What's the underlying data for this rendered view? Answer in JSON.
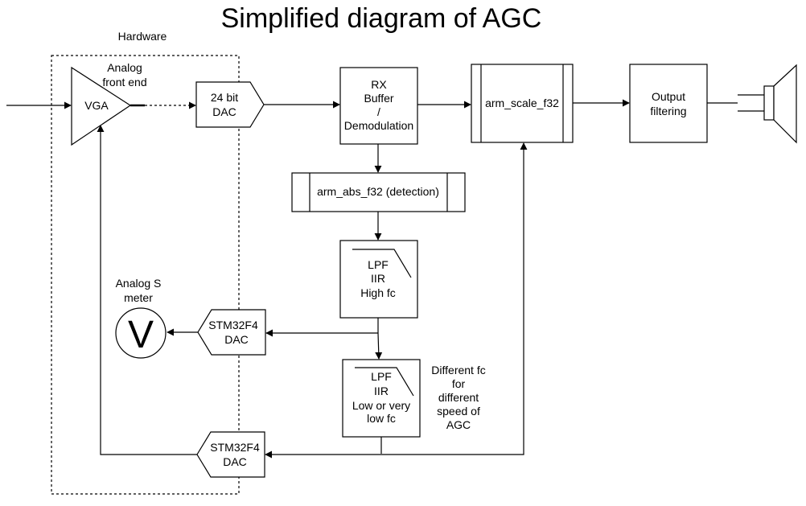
{
  "title": "Simplified diagram of AGC",
  "hardware_label": "Hardware",
  "blocks": {
    "vga": {
      "label": "VGA",
      "note": [
        "Analog",
        "front end"
      ]
    },
    "dac24": {
      "lines": [
        "24 bit",
        "DAC"
      ]
    },
    "rx_buffer": {
      "lines": [
        "RX",
        "Buffer",
        "/",
        "Demodulation"
      ]
    },
    "arm_scale": {
      "label": "arm_scale_f32"
    },
    "output_filtering": {
      "lines": [
        "Output",
        "filtering"
      ]
    },
    "arm_abs": {
      "label": "arm_abs_f32 (detection)"
    },
    "lpf_high": {
      "lines": [
        "LPF",
        "IIR",
        "High fc"
      ]
    },
    "lpf_low": {
      "lines": [
        "LPF",
        "IIR",
        "Low or very",
        "low fc"
      ]
    },
    "stm_dac_top": {
      "lines": [
        "STM32F4",
        "DAC"
      ]
    },
    "stm_dac_bottom": {
      "lines": [
        "STM32F4",
        "DAC"
      ]
    },
    "s_meter": {
      "symbol": "V",
      "note": [
        "Analog S",
        "meter"
      ]
    }
  },
  "annotation": [
    "Different fc",
    "for",
    "different",
    "speed of",
    "AGC"
  ]
}
